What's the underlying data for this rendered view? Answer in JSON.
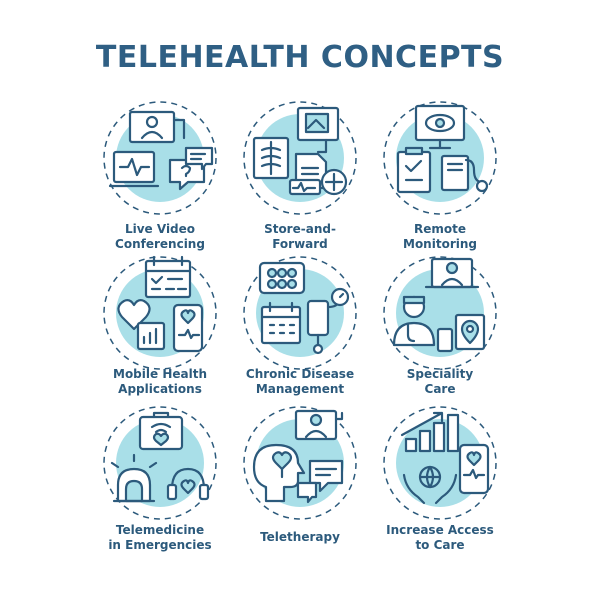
{
  "title": "TELEHEALTH CONCEPTS",
  "colors": {
    "title": "#2f5f84",
    "stroke": "#2c5a7c",
    "accent": "#a9dfe8"
  },
  "concepts": [
    {
      "label": "Live Video\nConferencing",
      "icon": "video-conferencing-icon"
    },
    {
      "label": "Store-and-\nForward",
      "icon": "store-and-forward-icon"
    },
    {
      "label": "Remote\nMonitoring",
      "icon": "remote-monitoring-icon"
    },
    {
      "label": "Mobile Health\nApplications",
      "icon": "mobile-health-icon"
    },
    {
      "label": "Chronic Disease\nManagement",
      "icon": "chronic-disease-icon"
    },
    {
      "label": "Speciality\nCare",
      "icon": "speciality-care-icon"
    },
    {
      "label": "Telemedicine\nin Emergencies",
      "icon": "emergency-telemedicine-icon"
    },
    {
      "label": "Teletherapy",
      "icon": "teletherapy-icon"
    },
    {
      "label": "Increase Access\nto Care",
      "icon": "access-to-care-icon"
    }
  ]
}
